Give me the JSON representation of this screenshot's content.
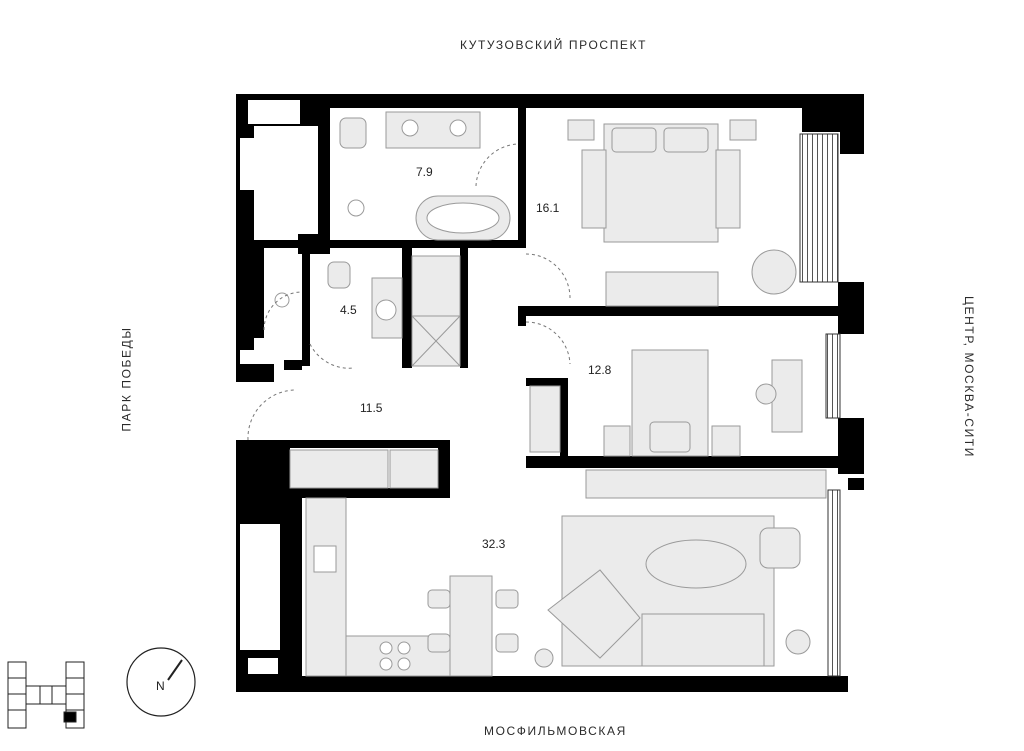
{
  "streets": {
    "north": "КУТУЗОВСКИЙ ПРОСПЕКТ",
    "south": "МОСФИЛЬМОВСКАЯ",
    "west": "ПАРК ПОБЕДЫ",
    "east": "ЦЕНТР, МОСКВА-СИТИ"
  },
  "rooms": {
    "bathroom": "7.9",
    "bedroom_main": "16.1",
    "wc": "4.5",
    "hall": "11.5",
    "bedroom_second": "12.8",
    "living_kitchen": "32.3"
  },
  "compass": {
    "label": "N"
  },
  "colors": {
    "wall": "#000000",
    "furniture": "#ebebeb",
    "line": "#9a9a9a"
  }
}
